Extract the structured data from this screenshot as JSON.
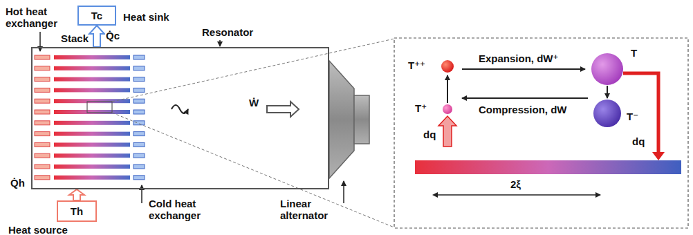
{
  "diagram": {
    "nodes": [
      {
        "text": [
          "Tc",
          "Heat sink"
        ]
      },
      {
        "text": [
          "Resonator"
        ]
      },
      {
        "text": [
          "Th",
          "Heat source"
        ]
      }
    ],
    "edges": [
      {
        "from": 2,
        "to": 1,
        "arrow": "to",
        "label": "Q̇h"
      },
      {
        "from": 1,
        "to": 0,
        "arrow": "to",
        "label": "Q̇c"
      }
    ],
    "labels": [
      "Hot heat exchanger",
      "Stack",
      "Ẇ",
      "Linear alternator",
      "Cold heat exchanger",
      "T⁺⁺",
      "Expansion, dW⁺",
      "T",
      "T⁺",
      "T⁻",
      "dq",
      "Compression, dW",
      "dq",
      "2ξ"
    ]
  }
}
